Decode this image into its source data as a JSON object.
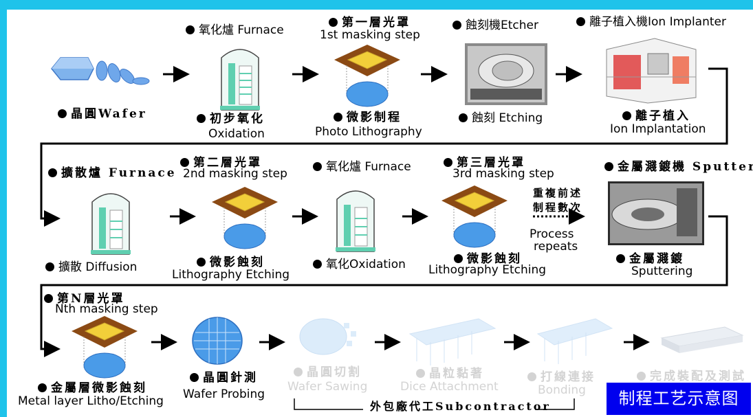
{
  "labels": {
    "wafer": "晶圓Wafer",
    "furnace1": "氧化爐 Furnace",
    "oxidation_zh": "初步氧化",
    "oxidation_en": "Oxidation",
    "mask1_zh": "第一層光罩",
    "mask1_en": "1st masking step",
    "photo_zh": "微影制程",
    "photo_en": "Photo Lithography",
    "etcher": "蝕刻機Etcher",
    "etching": "蝕刻 Etching",
    "implanter": "離子植入機Ion Implanter",
    "implant_zh": "離子植入",
    "implant_en": "Ion Implantation",
    "furnace2": "擴散爐 Furnace",
    "diffusion": "擴散 Diffusion",
    "mask2_zh": "第二層光罩",
    "mask2_en": "2nd masking step",
    "litho2_zh": "微影蝕刻",
    "litho2_en": "Lithography Etching",
    "furnace3": "氧化爐 Furnace",
    "oxid3": "氧化Oxidation",
    "mask3_zh": "第三層光罩",
    "mask3_en": "3rd masking step",
    "litho3_zh": "微影蝕刻",
    "litho3_en": "Lithography Etching",
    "repeat_zh1": "重複前述",
    "repeat_zh2": "制程數次",
    "repeat_en1": "Process",
    "repeat_en2": "repeats",
    "sputter": "金屬濺鍍機 Sputter",
    "sputtering_zh": "金屬濺鍍",
    "sputtering_en": "Sputtering",
    "maskN_zh": "第N層光罩",
    "maskN_en": "Nth masking step",
    "metal_zh": "金屬層微影蝕刻",
    "metal_en": "Metal layer  Litho/Etching",
    "probing_zh": "晶圓針測",
    "probing_en": "Wafer Probing",
    "sawing_zh": "晶圓切割",
    "sawing_en": "Wafer Sawing",
    "dice_zh": "晶粒黏著",
    "dice_en": "Dice Attachment",
    "bonding_zh": "打線連接",
    "bonding_en": "Bonding",
    "assembly_zh": "完成裝配及測試",
    "subcontractor": "外包廠代工Subcontractor",
    "title": "制程工艺示意图"
  },
  "icons": [
    "wafer-ingot-icon",
    "furnace-icon",
    "photomask-icon",
    "etcher-photo",
    "ion-implanter-photo",
    "sputter-photo",
    "probe-wafer-icon",
    "sawn-wafer-icon",
    "die-attach-icon",
    "bonding-icon",
    "chip-package-icon"
  ],
  "colors": {
    "border": "#1fc3ea",
    "title_bg": "#0000ee",
    "faded": "#d3d3d3",
    "mask_brown": "#8b4a14",
    "mask_gold": "#f2cf3a",
    "wafer_blue": "#4a9be8",
    "furnace_green": "#5fcfb0"
  }
}
